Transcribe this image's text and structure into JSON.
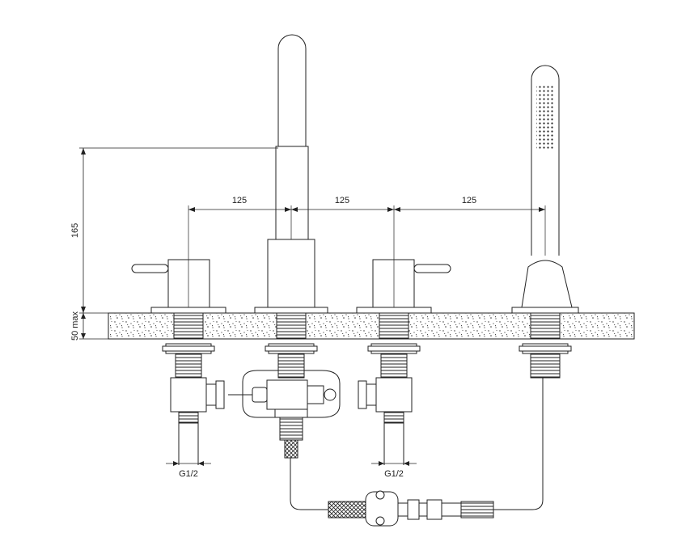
{
  "dimensions": {
    "spacing_1": "125",
    "spacing_2": "125",
    "spacing_3": "125",
    "spout_height": "165",
    "deck_thickness": "50 max",
    "thread_left": "G1/2",
    "thread_right": "G1/2"
  }
}
